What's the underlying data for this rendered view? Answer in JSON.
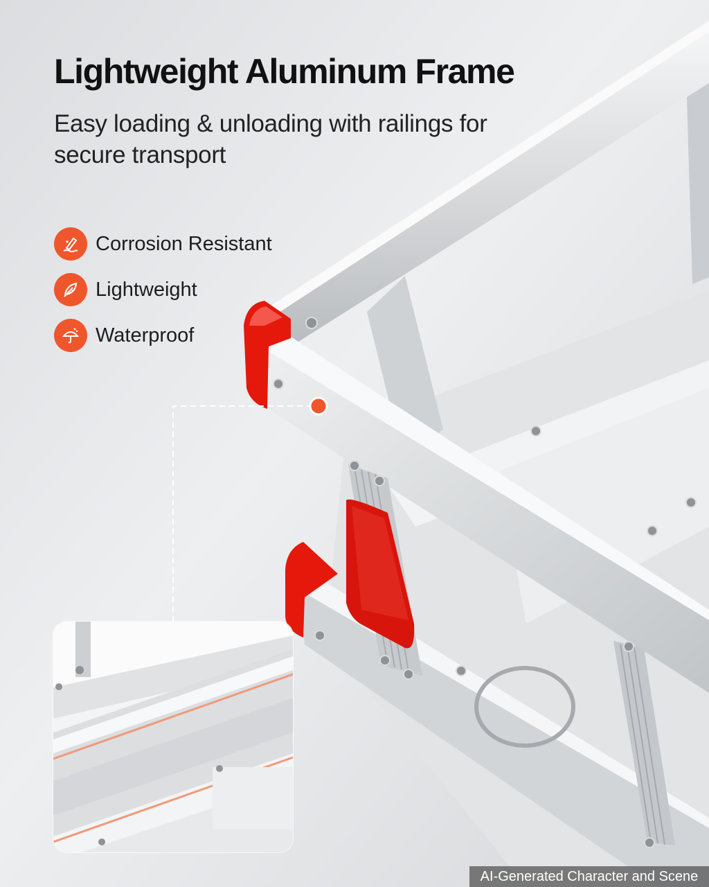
{
  "header": {
    "title": "Lightweight Aluminum Frame",
    "subtitle": "Easy loading & unloading with railings for secure transport"
  },
  "features": [
    {
      "icon": "corrosion-icon",
      "label": "Corrosion Resistant"
    },
    {
      "icon": "feather-icon",
      "label": "Lightweight"
    },
    {
      "icon": "umbrella-icon",
      "label": "Waterproof"
    }
  ],
  "footer": {
    "caption": "AI-Generated Character and Scene"
  },
  "colors": {
    "accent": "#f0562b",
    "cap_red": "#e5180c",
    "aluminum": "#d8dadc"
  }
}
